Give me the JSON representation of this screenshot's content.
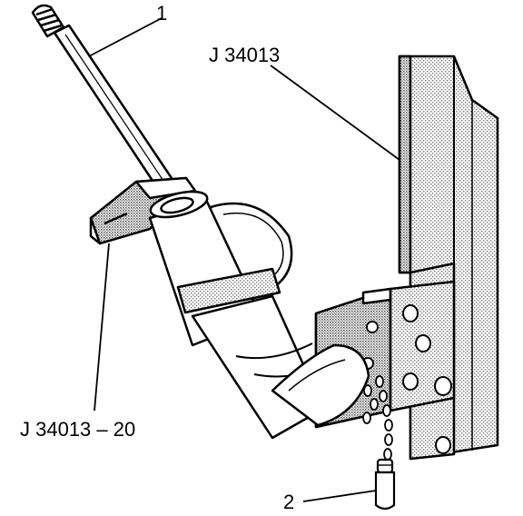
{
  "diagram": {
    "callouts": {
      "item_1": "1",
      "item_2": "2",
      "tool_fixture": "J 34013",
      "tool_adapter": "J 34013 – 20"
    },
    "colors": {
      "ink": "#000000",
      "paper": "#ffffff",
      "stipple": "#9a9a9a"
    }
  }
}
